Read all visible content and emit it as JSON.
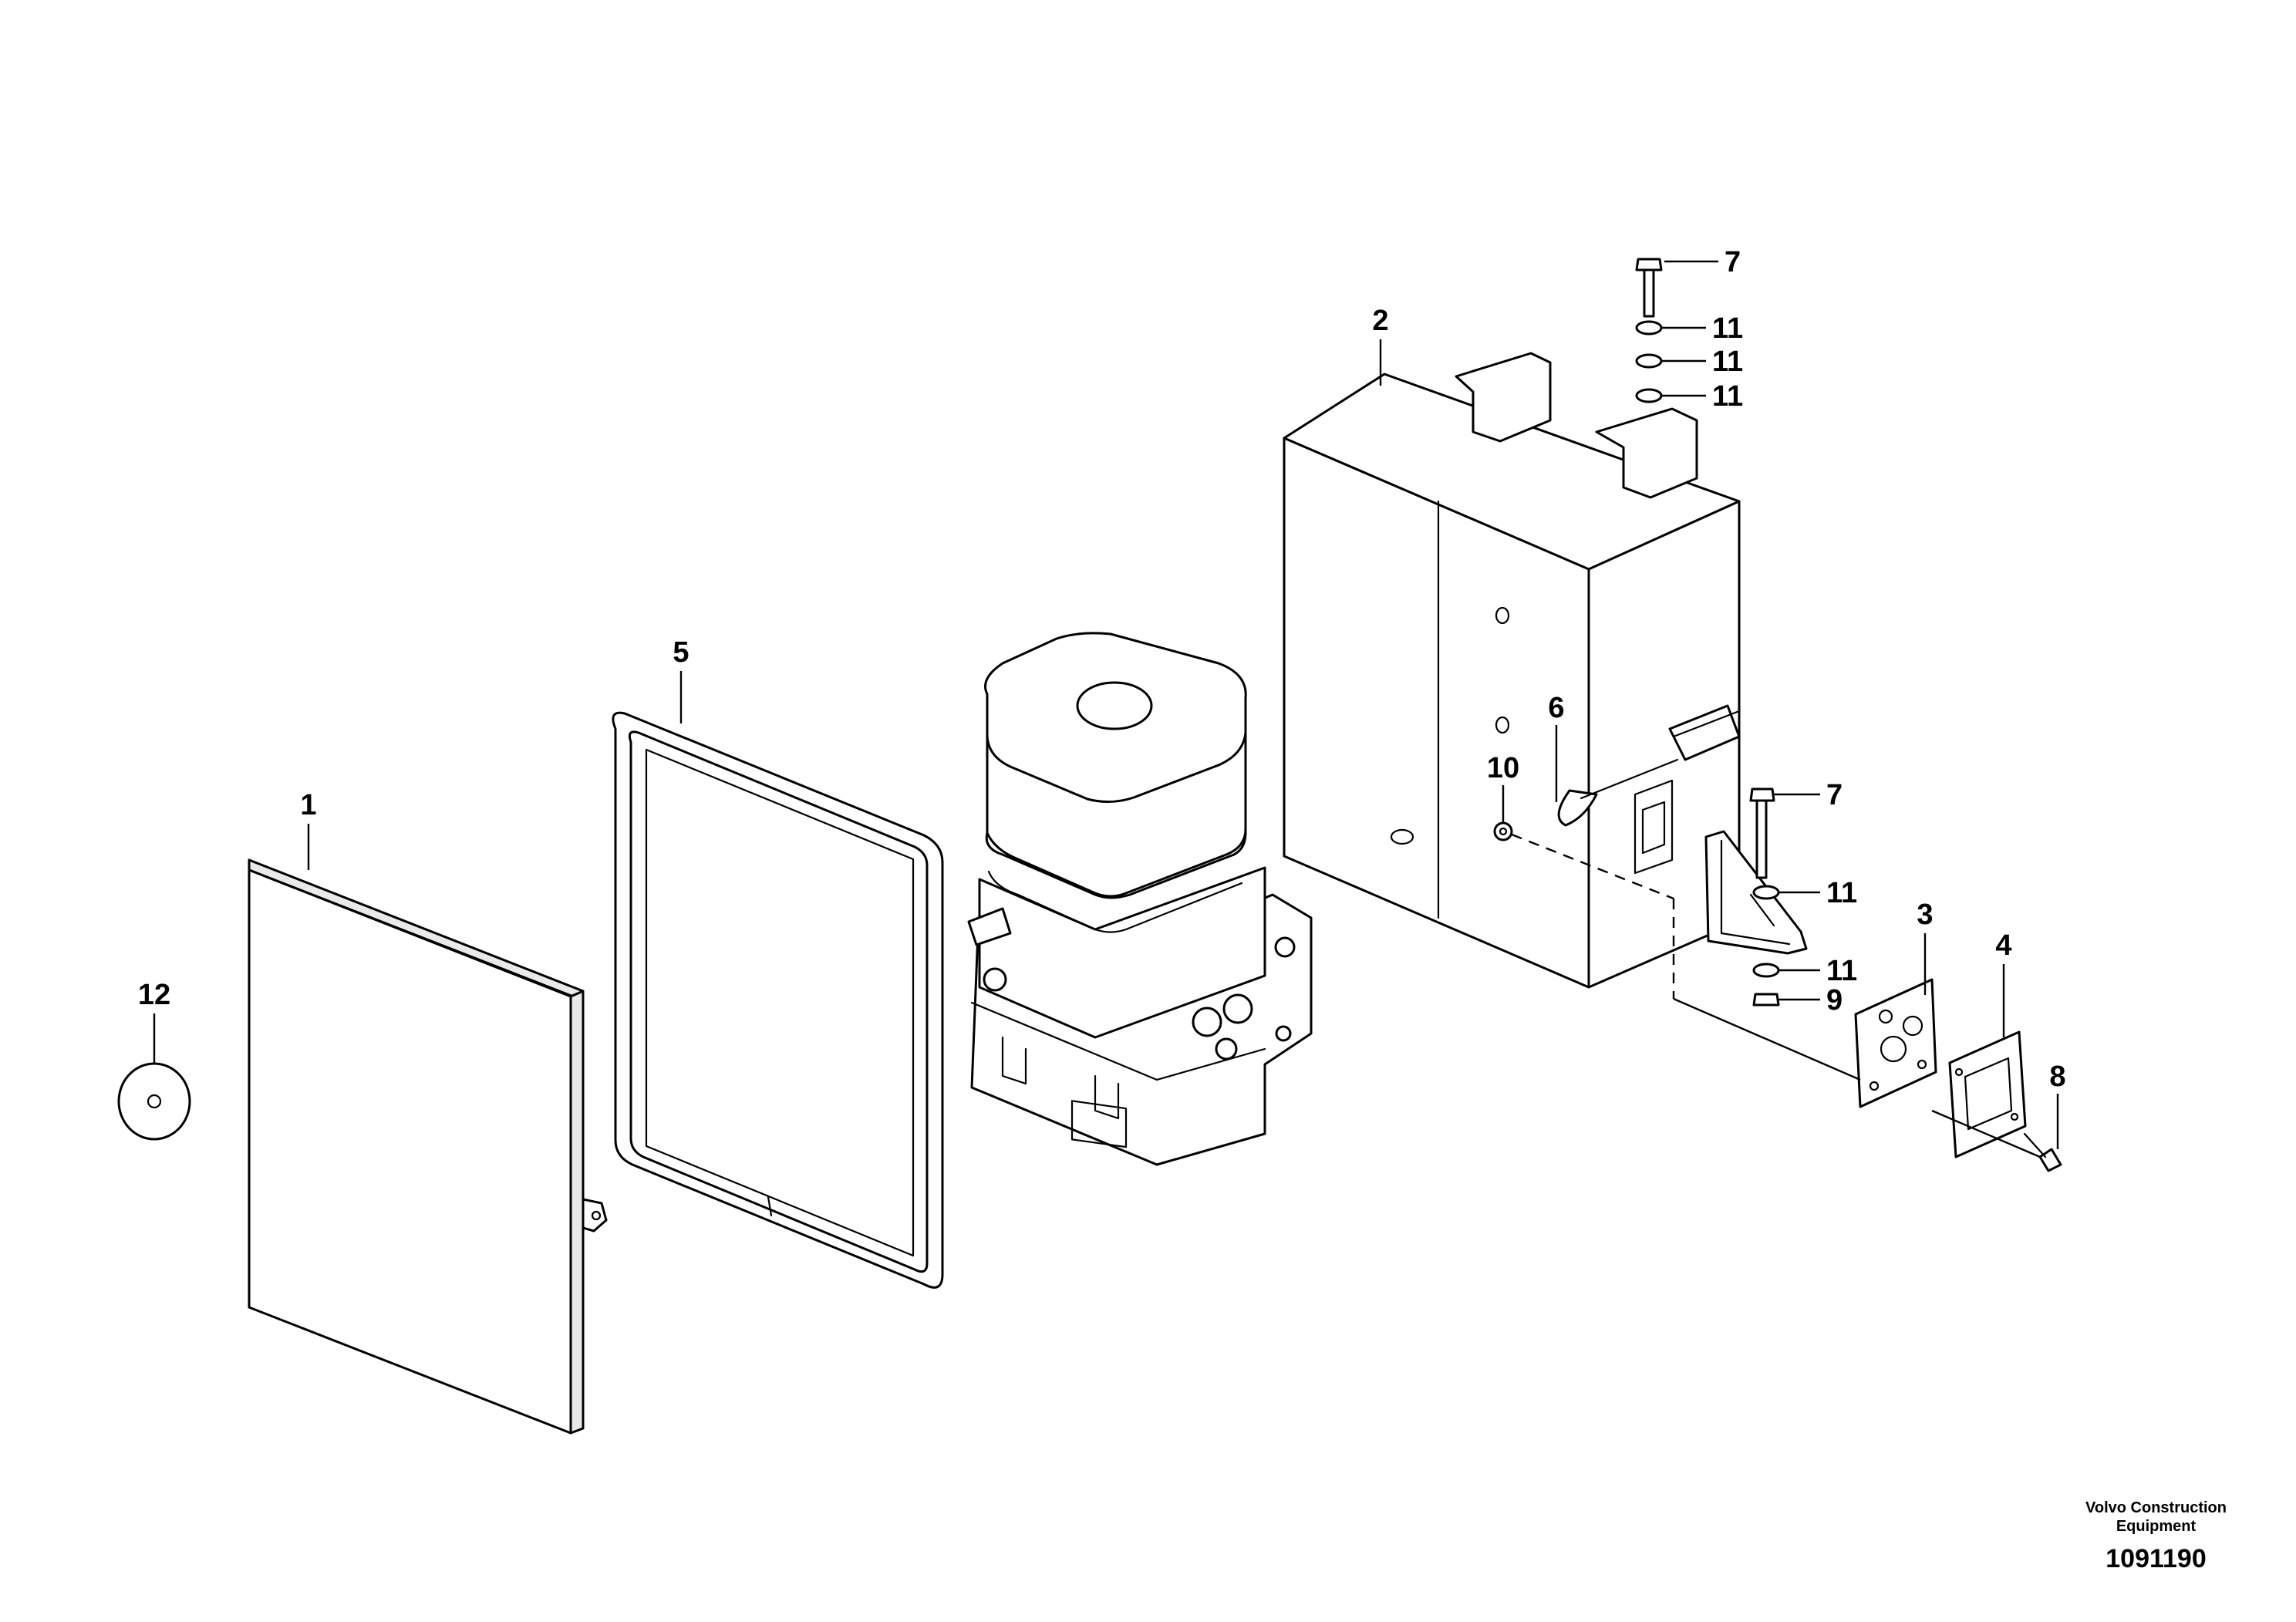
{
  "callouts": [
    {
      "id": "p1",
      "label": "1"
    },
    {
      "id": "p2",
      "label": "2"
    },
    {
      "id": "p3",
      "label": "3"
    },
    {
      "id": "p4",
      "label": "4"
    },
    {
      "id": "p5",
      "label": "5"
    },
    {
      "id": "p6",
      "label": "6"
    },
    {
      "id": "p7a",
      "label": "7"
    },
    {
      "id": "p7b",
      "label": "7"
    },
    {
      "id": "p8",
      "label": "8"
    },
    {
      "id": "p9",
      "label": "9"
    },
    {
      "id": "p10",
      "label": "10"
    },
    {
      "id": "p11a",
      "label": "11"
    },
    {
      "id": "p11b",
      "label": "11"
    },
    {
      "id": "p11c",
      "label": "11"
    },
    {
      "id": "p11d",
      "label": "11"
    },
    {
      "id": "p11e",
      "label": "11"
    },
    {
      "id": "p12",
      "label": "12"
    }
  ],
  "footer": {
    "brand_line1": "Volvo Construction",
    "brand_line2": "Equipment",
    "doc_number": "1091190"
  }
}
